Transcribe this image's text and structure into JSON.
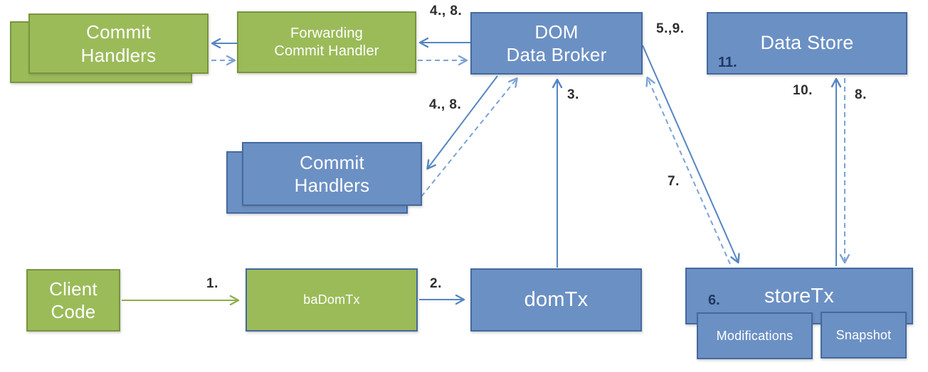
{
  "colors": {
    "green_fill": "#9bbb59",
    "green_border": "#79943e",
    "blue_fill": "#6b90c4",
    "blue_border": "#44699f",
    "arrow_blue": "#5585c2",
    "arrow_blue_light": "#7ba2d6",
    "arrow_green": "#8fae4b",
    "label_dark": "#2e2e2e",
    "label_navy": "#1f3864"
  },
  "nodes": {
    "green_commit_handlers": {
      "label": "Commit\nHandlers",
      "type": "green",
      "stacked": true
    },
    "forwarding_commit_handler": {
      "label": "Forwarding\nCommit Handler",
      "type": "green"
    },
    "dom_data_broker": {
      "label": "DOM\nData Broker",
      "type": "blue"
    },
    "data_store": {
      "label": "Data Store",
      "type": "blue",
      "corner_step": "11."
    },
    "blue_commit_handlers": {
      "label": "Commit\nHandlers",
      "type": "blue",
      "stacked": true
    },
    "client_code": {
      "label": "Client\nCode",
      "type": "green"
    },
    "badomtx": {
      "label": "baDomTx",
      "type": "green-with-blue-border"
    },
    "domtx": {
      "label": "domTx",
      "type": "blue"
    },
    "storetx": {
      "label": "storeTx",
      "type": "blue",
      "corner_step": "6."
    },
    "modifications": {
      "label": "Modifications",
      "type": "blue"
    },
    "snapshot": {
      "label": "Snapshot",
      "type": "blue"
    }
  },
  "steps": {
    "s1": "1.",
    "s2": "2.",
    "s3": "3.",
    "s4_8_top": "4., 8.",
    "s4_8_mid": "4., 8.",
    "s5_9": "5.,9.",
    "s6": "6.",
    "s7": "7.",
    "s8": "8.",
    "s10": "10.",
    "s11": "11."
  },
  "edges": [
    {
      "from": "client_code",
      "to": "badomtx",
      "style": "solid-green",
      "step": "1."
    },
    {
      "from": "badomtx",
      "to": "domtx",
      "style": "solid",
      "step": "2."
    },
    {
      "from": "domtx",
      "to": "dom_data_broker",
      "style": "solid",
      "step": "3."
    },
    {
      "from": "dom_data_broker",
      "to": "forwarding_commit_handler",
      "style": "solid",
      "step": "4., 8."
    },
    {
      "from": "forwarding_commit_handler",
      "to": "dom_data_broker",
      "style": "dashed",
      "step": "4., 8."
    },
    {
      "from": "forwarding_commit_handler",
      "to": "green_commit_handlers",
      "style": "solid"
    },
    {
      "from": "green_commit_handlers",
      "to": "forwarding_commit_handler",
      "style": "dashed"
    },
    {
      "from": "dom_data_broker",
      "to": "blue_commit_handlers",
      "style": "solid",
      "step": "4., 8."
    },
    {
      "from": "blue_commit_handlers",
      "to": "dom_data_broker",
      "style": "dashed",
      "step": "4., 8."
    },
    {
      "from": "dom_data_broker",
      "to": "storetx",
      "style": "solid",
      "step": "5.,9. / 7."
    },
    {
      "from": "storetx",
      "to": "dom_data_broker",
      "style": "dashed",
      "step": "7."
    },
    {
      "from": "storetx",
      "to": "data_store",
      "style": "solid",
      "step": "10."
    },
    {
      "from": "data_store",
      "to": "storetx",
      "style": "dashed",
      "step": "8."
    }
  ]
}
